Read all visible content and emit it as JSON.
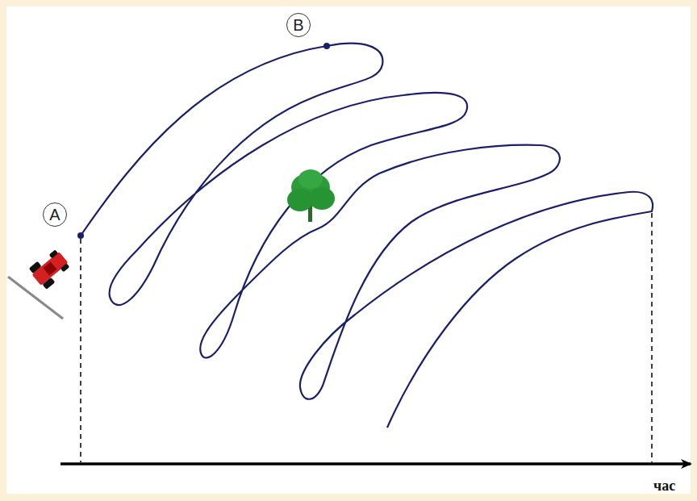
{
  "diagram": {
    "nodes": [
      {
        "text": [
          "A"
        ]
      },
      {
        "text": [
          "B"
        ]
      }
    ],
    "labels": [
      "час"
    ]
  }
}
